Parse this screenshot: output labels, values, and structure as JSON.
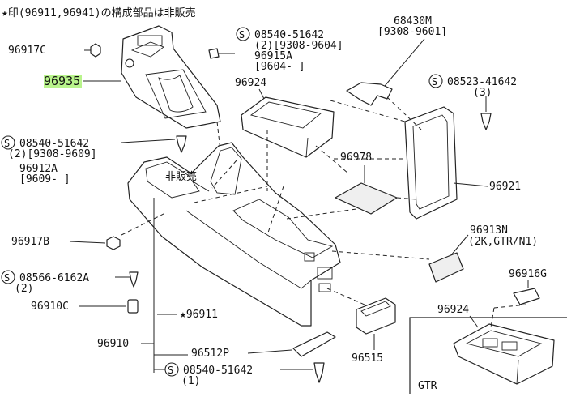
{
  "header_note": "★印(96911,96941)の構成部品は非販売",
  "labels": {
    "p96917C": "96917C",
    "p96935": "96935",
    "scr1_num": "08540-51642",
    "scr1_sub": "(2)[9308-9604]",
    "p96915A": "96915A",
    "p96915A_sub": "[9604-     ]",
    "p68430M": "68430M",
    "p68430M_sub": "[9308-9601]",
    "scr2_num": "08523-41642",
    "scr2_sub": "(3)",
    "p96924": "96924",
    "scr3_num": "08540-51642",
    "scr3_sub": "(2)[9308-9609]",
    "p96912A": "96912A",
    "p96912A_sub": "[9609-     ]",
    "hihanbai": "非販売",
    "p96978": "96978",
    "p96921": "96921",
    "p96913N": "96913N",
    "p96913N_sub": "(2K,GTR/N1)",
    "p96917B": "96917B",
    "scr4_num": "08566-6162A",
    "scr4_sub": "(2)",
    "p96910C": "96910C",
    "p96911": "★96911",
    "p96910": "96910",
    "p96512P": "96512P",
    "scr5_num": "08540-51642",
    "scr5_sub": "(1)",
    "p96515": "96515",
    "p96916G": "96916G",
    "p96924b": "96924",
    "gtr": "GTR",
    "s_symbol": "S"
  },
  "highlight_color": "#b9f48c"
}
